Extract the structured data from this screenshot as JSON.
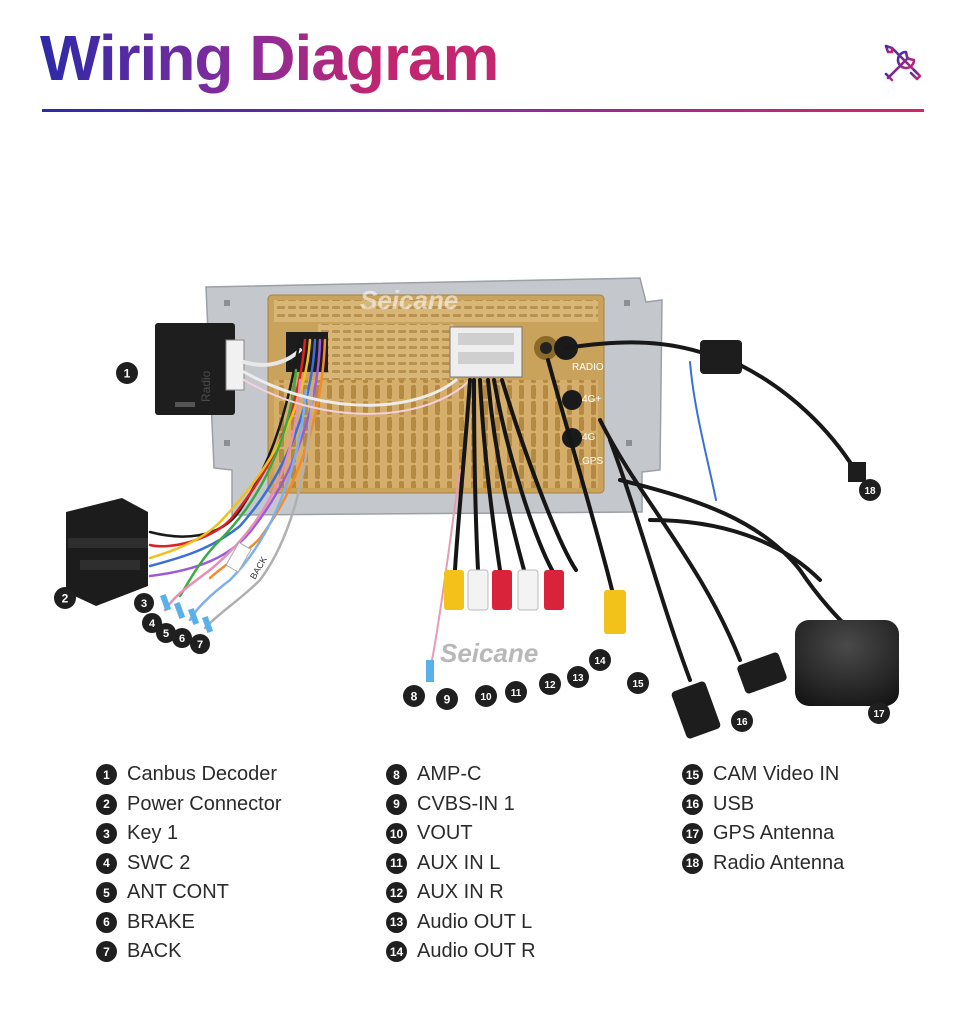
{
  "title": "Wiring Diagram",
  "brand_watermark": "Seicane",
  "unit_labels": {
    "canbus_side": "Radio",
    "radio_port": "RADIO",
    "port_4g_1": "4G+",
    "port_4g_2": "4G",
    "gps_port": "GPS",
    "back_tag": "BACK"
  },
  "colors": {
    "title_start": "#2c2aa8",
    "title_end": "#c2266e",
    "rca_yellow": "#f2c21a",
    "rca_red": "#d9233a",
    "rca_white": "#f3f3f3",
    "panel_gold": "#c9a25c",
    "frame_grey": "#c4c8cc",
    "badge": "#1f1f1f"
  },
  "legend": {
    "col1": [
      {
        "num": "1",
        "label": "Canbus Decoder"
      },
      {
        "num": "2",
        "label": "Power Connector"
      },
      {
        "num": "3",
        "label": "Key 1"
      },
      {
        "num": "4",
        "label": "SWC 2"
      },
      {
        "num": "5",
        "label": "ANT CONT"
      },
      {
        "num": "6",
        "label": "BRAKE"
      },
      {
        "num": "7",
        "label": "BACK"
      }
    ],
    "col2": [
      {
        "num": "8",
        "label": "AMP-C"
      },
      {
        "num": "9",
        "label": "CVBS-IN 1"
      },
      {
        "num": "10",
        "label": "VOUT"
      },
      {
        "num": "11",
        "label": "AUX IN L"
      },
      {
        "num": "12",
        "label": "AUX IN R"
      },
      {
        "num": "13",
        "label": "Audio OUT L"
      },
      {
        "num": "14",
        "label": "Audio OUT R"
      }
    ],
    "col3": [
      {
        "num": "15",
        "label": "CAM Video IN"
      },
      {
        "num": "16",
        "label": "USB"
      },
      {
        "num": "17",
        "label": "GPS Antenna"
      },
      {
        "num": "18",
        "label": "Radio Antenna"
      }
    ]
  },
  "callouts": [
    "1",
    "2",
    "3",
    "4",
    "5",
    "6",
    "7",
    "8",
    "9",
    "10",
    "11",
    "12",
    "13",
    "14",
    "15",
    "16",
    "17",
    "18"
  ]
}
